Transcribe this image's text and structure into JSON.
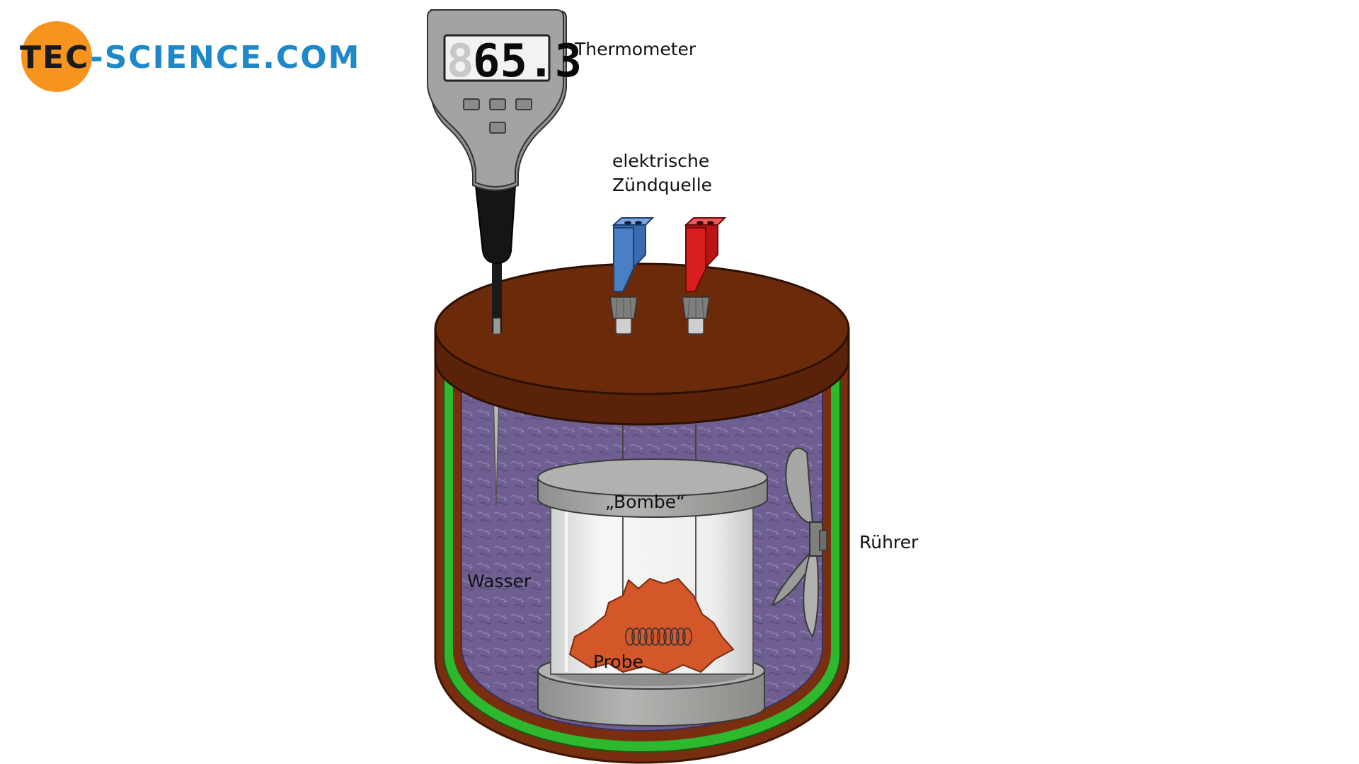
{
  "logo": {
    "part1": "TEC",
    "part2": "-SCIENCE",
    "part3": ".COM",
    "dark_color": "#1a1a1a",
    "blue_color": "#1e88c8",
    "circle_color": "#f7941d"
  },
  "thermometer": {
    "display_value": "65.3",
    "ghost_digit": "8"
  },
  "labels": {
    "thermometer": "Thermometer",
    "ignition_line1": "elektrische",
    "ignition_line2": "Zündquelle",
    "bomb": "„Bombe“",
    "stirrer": "Rührer",
    "water": "Wasser",
    "sample": "Probe"
  },
  "colors": {
    "lid": "#6b2b0b",
    "vessel_wall": "#7a2e10",
    "insulation": "#2db82d",
    "water": "#6e5f90",
    "bomb": "#a9aaa7",
    "sample": "#d4572a",
    "blue_connector": "#4a7fc4",
    "red_connector": "#d81e1e"
  }
}
